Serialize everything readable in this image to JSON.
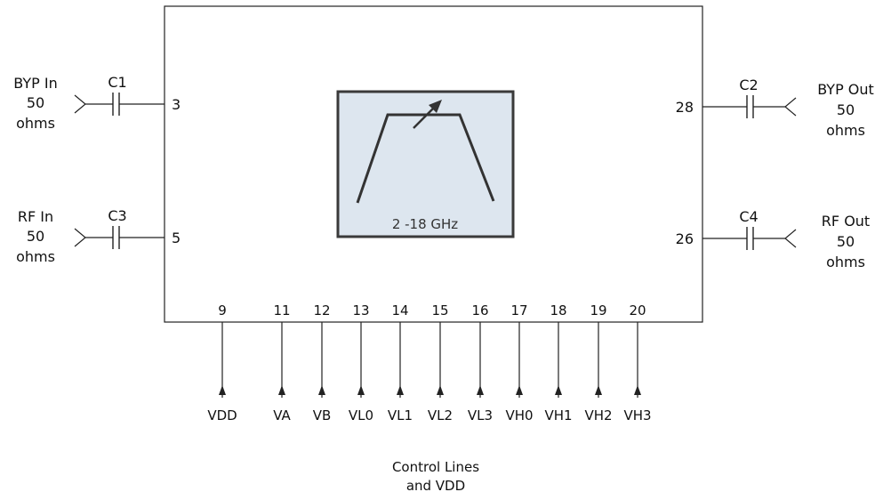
{
  "colors": {
    "line": "#222222",
    "filter_fill": "#dde6ef",
    "filter_border": "#3a3a3a"
  },
  "filter": {
    "label": "2 -18 GHz",
    "icon": "tunable-bandpass-filter-icon"
  },
  "ports": [
    {
      "id": "byp_in",
      "label_lines": [
        "BYP In",
        "50",
        "ohms"
      ],
      "cap": "C1",
      "pin": "3",
      "side": "left"
    },
    {
      "id": "rf_in",
      "label_lines": [
        "RF In",
        "50",
        "ohms"
      ],
      "cap": "C3",
      "pin": "5",
      "side": "left"
    },
    {
      "id": "byp_out",
      "label_lines": [
        "BYP Out",
        "50",
        "ohms"
      ],
      "cap": "C2",
      "pin": "28",
      "side": "right"
    },
    {
      "id": "rf_out",
      "label_lines": [
        "RF Out",
        "50",
        "ohms"
      ],
      "cap": "C4",
      "pin": "26",
      "side": "right"
    }
  ],
  "control_pins": [
    {
      "pin": "9",
      "signal": "VDD"
    },
    {
      "pin": "11",
      "signal": "VA"
    },
    {
      "pin": "12",
      "signal": "VB"
    },
    {
      "pin": "13",
      "signal": "VL0"
    },
    {
      "pin": "14",
      "signal": "VL1"
    },
    {
      "pin": "15",
      "signal": "VL2"
    },
    {
      "pin": "16",
      "signal": "VL3"
    },
    {
      "pin": "17",
      "signal": "VH0"
    },
    {
      "pin": "18",
      "signal": "VH1"
    },
    {
      "pin": "19",
      "signal": "VH2"
    },
    {
      "pin": "20",
      "signal": "VH3"
    }
  ],
  "footer": {
    "line1": "Control Lines",
    "line2": "and VDD"
  }
}
